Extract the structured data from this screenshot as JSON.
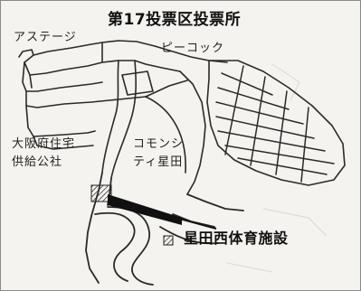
{
  "map": {
    "title": "第17投票区投票所",
    "labels": {
      "astage": "アステージ",
      "peacock": "ピーコック",
      "housing_line1": "大阪府住宅",
      "housing_line2": "供給公社",
      "community_line1": "コモンシ",
      "community_line2": "ティ星田",
      "polling_place": "星田西体育施設"
    },
    "colors": {
      "background": "#f4f3ef",
      "road": "#2a2a2a",
      "facility": "#111111"
    },
    "icons": [
      "facility-triangle-icon",
      "pointer-line-icon",
      "hatched-block-icon"
    ]
  }
}
